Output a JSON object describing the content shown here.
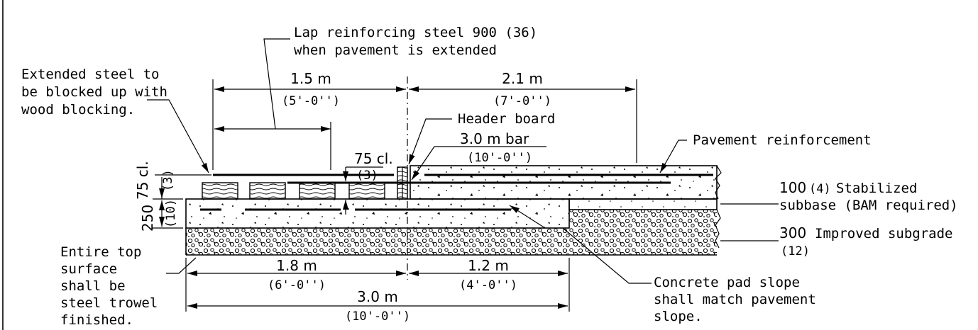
{
  "annotations": {
    "lap_note_1": "Lap reinforcing steel 900 (36)",
    "lap_note_2": "when pavement is extended",
    "extended_1": "Extended steel to",
    "extended_2": "be blocked up with",
    "extended_3": "wood blocking.",
    "header_board": "Header board",
    "bar_label": "3.0 m bar",
    "bar_label_imp": "(10'-0'')",
    "pavement_reinf": "Pavement reinforcement",
    "stab_num": "100",
    "stab_paren": "(4)",
    "stab_text": "Stabilized",
    "stab_text_2": "subbase (BAM required)",
    "subgrade_num": "300",
    "subgrade_text": "Improved subgrade",
    "subgrade_paren": "(12)",
    "entire_1": "Entire top",
    "entire_2": "surface",
    "entire_3": "shall be",
    "entire_4": "steel trowel",
    "entire_5": "finished.",
    "pad_1": "Concrete pad slope",
    "pad_2": "shall match pavement",
    "pad_3": "slope.",
    "cl75_top": "75 cl.",
    "cl75_top_imp": "(3)",
    "cl75_vert": "75 cl.",
    "cl75_vert_imp": "(3)",
    "d250": "250",
    "d250_imp": "(10)"
  },
  "dimensions": {
    "top_left": "1.5 m",
    "top_left_imp": "(5'-0'')",
    "top_right": "2.1 m",
    "top_right_imp": "(7'-0'')",
    "bot_left": "1.8 m",
    "bot_left_imp": "(6'-0'')",
    "bot_right": "1.2 m",
    "bot_right_imp": "(4'-0'')",
    "total": "3.0 m",
    "total_imp": "(10'-0'')"
  }
}
